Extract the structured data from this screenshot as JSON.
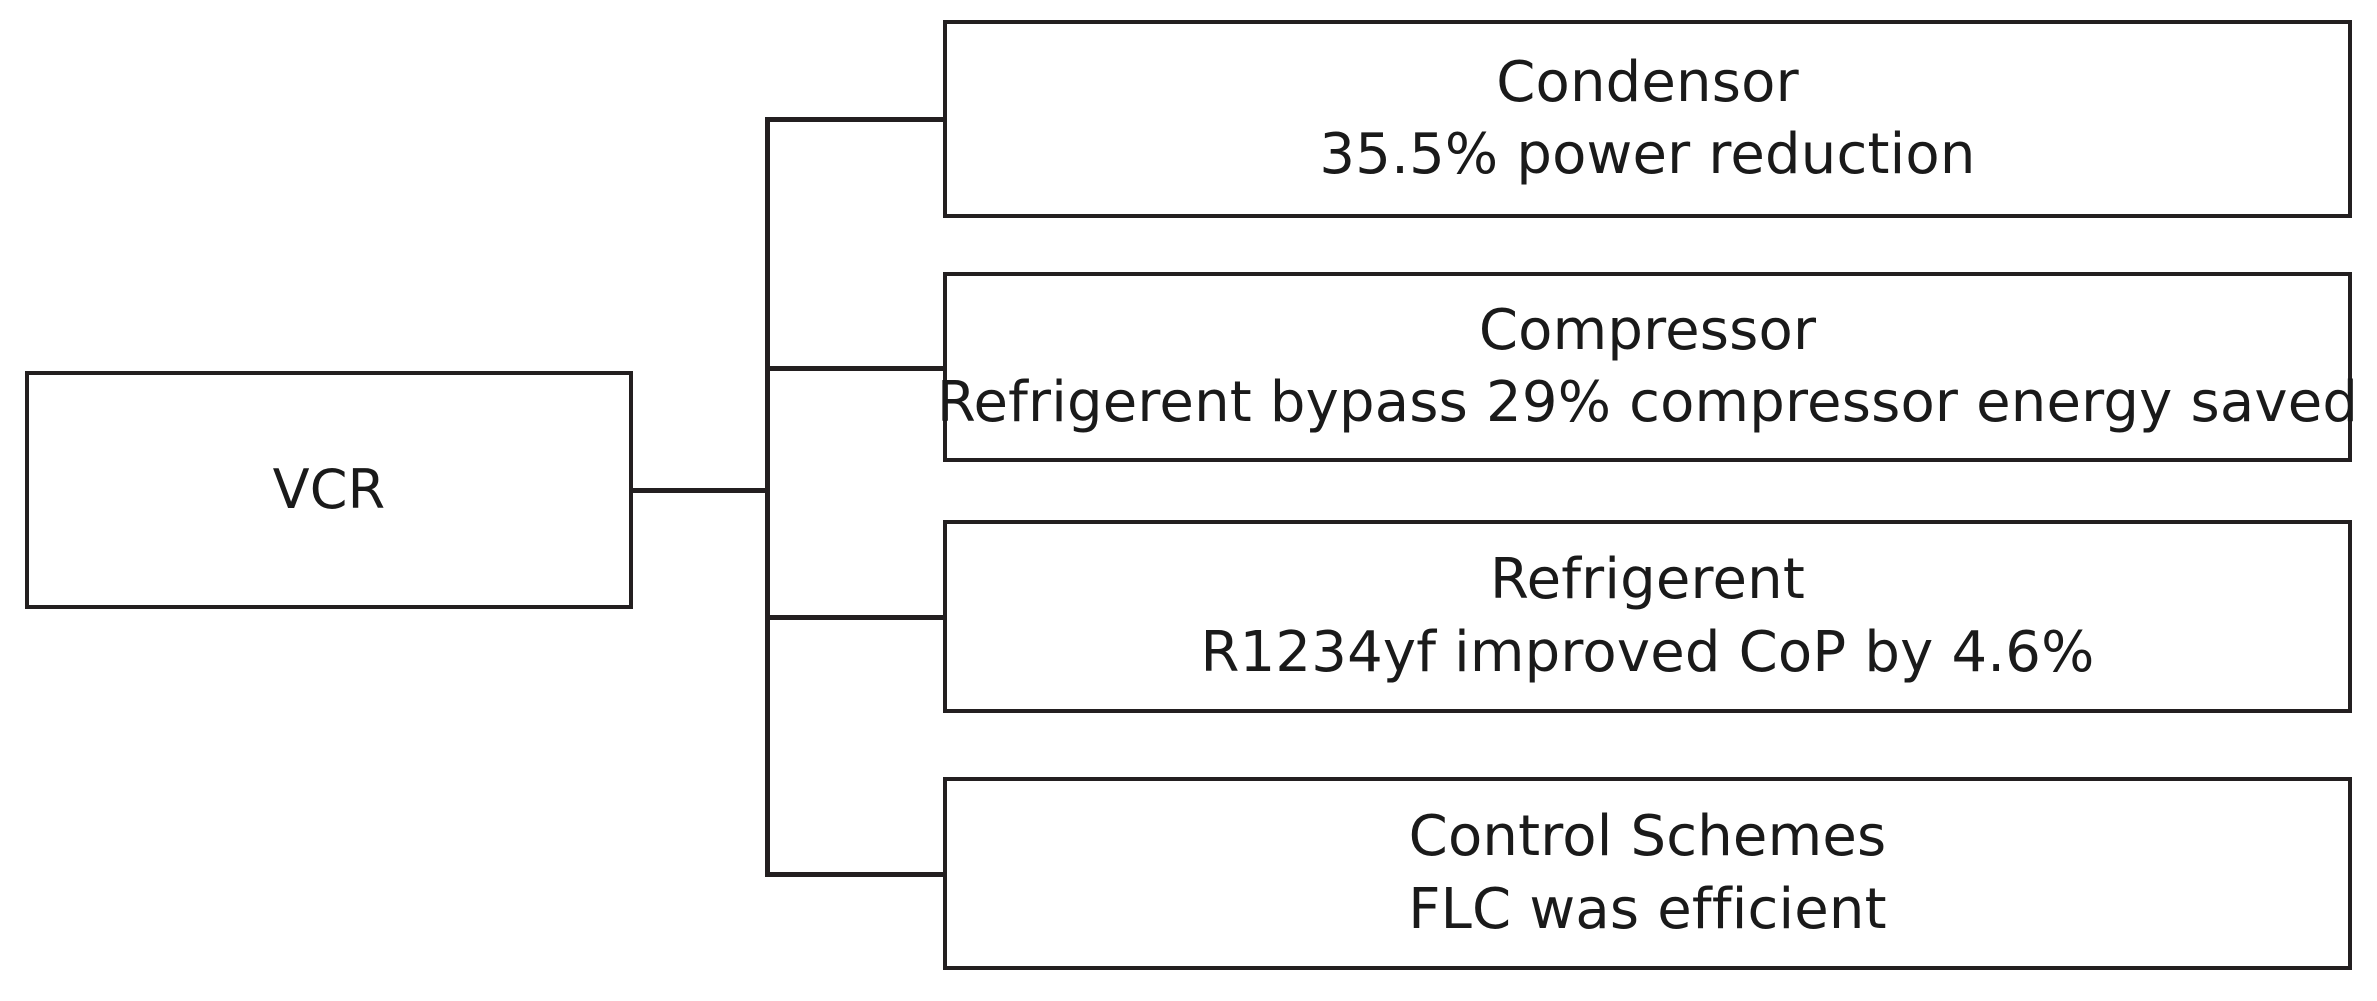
{
  "diagram": {
    "type": "tree",
    "orientation": "left-to-right",
    "background_color": "#ffffff",
    "line_color": "#231f20",
    "text_color": "#1a1a1a",
    "root": {
      "id": "vcr",
      "label": "VCR"
    },
    "leaves": [
      {
        "id": "condensor",
        "title": "Condensor",
        "detail": "35.5% power reduction",
        "metric_value": "35.5%",
        "metric_description": "power reduction"
      },
      {
        "id": "compressor",
        "title": "Compressor",
        "detail": "Refrigerent bypass 29% compressor energy saved",
        "metric_value": "29%",
        "metric_description": "compressor energy saved"
      },
      {
        "id": "refrigerent",
        "title": "Refrigerent",
        "detail": "R1234yf improved CoP by 4.6%",
        "metric_value": "4.6%",
        "metric_description": "improved CoP"
      },
      {
        "id": "control-schemes",
        "title": "Control Schemes",
        "detail": "FLC was efficient",
        "metric_value": "",
        "metric_description": "FLC was efficient"
      }
    ]
  }
}
